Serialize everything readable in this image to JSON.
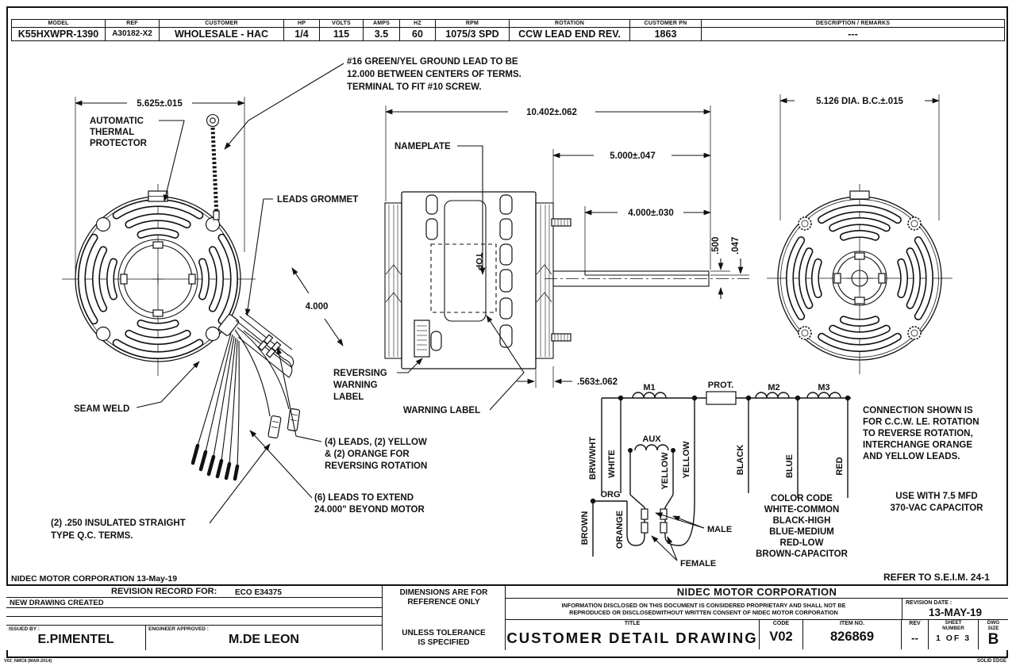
{
  "spec_table": {
    "headers": [
      "MODEL",
      "REF",
      "CUSTOMER",
      "HP",
      "VOLTS",
      "AMPS",
      "HZ",
      "RPM",
      "ROTATION",
      "CUSTOMER PN",
      "DESCRIPTION / REMARKS"
    ],
    "values": [
      "K55HXWPR-1390",
      "A30182-X2",
      "WHOLESALE - HAC",
      "1/4",
      "115",
      "3.5",
      "60",
      "1075/3 SPD",
      "CCW LEAD END REV.",
      "1863",
      "---"
    ]
  },
  "annotations": {
    "ground_lead": [
      "#16 GREEN/YEL GROUND LEAD TO BE",
      "12.000 BETWEEN CENTERS OF TERMS.",
      "TERMINAL TO FIT #10 SCREW."
    ],
    "thermal_protector": [
      "AUTOMATIC",
      "THERMAL",
      "PROTECTOR"
    ],
    "leads_grommet": "LEADS GROMMET",
    "seam_weld": "SEAM WELD",
    "nameplate": "NAMEPLATE",
    "reversing_warning_label": [
      "REVERSING",
      "WARNING",
      "LABEL"
    ],
    "warning_label": "WARNING LABEL",
    "qc_terms": [
      "(2) .250 INSULATED STRAIGHT",
      "TYPE Q.C. TERMS."
    ],
    "leads_reversing": [
      "(4) LEADS, (2) YELLOW",
      "& (2) ORANGE FOR",
      "REVERSING ROTATION"
    ],
    "leads_extend": [
      "(6) LEADS TO EXTEND",
      "24.000\" BEYOND MOTOR"
    ],
    "top_marking": "TOP"
  },
  "dimensions": {
    "frame_width": "5.625±.015",
    "overall_length": "10.402±.062",
    "shaft_ext": "5.000±.047",
    "shaft_flat": "4.000±.030",
    "lead_fold": "4.000",
    "shaft_dia": ".500",
    "flat_depth": ".047",
    "hub_ext": ".563±.062",
    "bolt_circle": "5.126 DIA. B.C.±.015"
  },
  "wiring": {
    "m1": "M1",
    "prot": "PROT.",
    "m2": "M2",
    "m3": "M3",
    "aux": "AUX",
    "brw_wht": "BRW/WHT",
    "white": "WHITE",
    "yellow_aux": "YELLOW",
    "yellow_main": "YELLOW",
    "black": "BLACK",
    "blue": "BLUE",
    "red": "RED",
    "org": "ORG",
    "brown": "BROWN",
    "orange": "ORANGE",
    "male": "MALE",
    "female": "FEMALE"
  },
  "notes": {
    "connection": [
      "CONNECTION SHOWN IS",
      "FOR C.C.W. LE. ROTATION",
      "TO REVERSE ROTATION,",
      "INTERCHANGE ORANGE",
      "AND YELLOW LEADS."
    ],
    "color_code": [
      "COLOR CODE",
      "WHITE-COMMON",
      "BLACK-HIGH",
      "BLUE-MEDIUM",
      "RED-LOW",
      "BROWN-CAPACITOR"
    ],
    "capacitor": [
      "USE WITH 7.5 MFD",
      "370-VAC CAPACITOR"
    ],
    "refer": "REFER TO S.E.I.M. 24-1",
    "corp_date": "NIDEC MOTOR CORPORATION 13-May-19"
  },
  "revision_block": {
    "title": "REVISION RECORD FOR:",
    "eco": "ECO E34375",
    "entry": "NEW DRAWING CREATED",
    "issued_by_label": "ISSUED BY :",
    "issued_by": "E.PIMENTEL",
    "engineer_label": "ENGINEER APPROVED :",
    "engineer": "M.DE LEON",
    "dims_note": [
      "DIMENSIONS ARE FOR",
      "REFERENCE ONLY"
    ],
    "tolerance_note": [
      "UNLESS TOLERANCE",
      "IS SPECIFIED"
    ]
  },
  "title_block": {
    "company": "NIDEC MOTOR CORPORATION",
    "proprietary": [
      "INFORMATION DISCLOSED ON THIS DOCUMENT IS CONSIDERED PROPRIETARY AND SHALL NOT BE",
      "REPRODUCED OR DISCLOSEDWITHOUT WRITTEN CONSENT OF NIDEC MOTOR CORPORATION"
    ],
    "revision_date_label": "REVISION DATE :",
    "revision_date": "13-MAY-19",
    "title_label": "TITLE",
    "title": "CUSTOMER DETAIL DRAWING",
    "code_label": "CODE",
    "code": "V02",
    "item_label": "ITEM NO.",
    "item": "826869",
    "rev_label": "REV",
    "rev": "--",
    "sheet_label": [
      "SHEET",
      "NUMBER"
    ],
    "sheet": "1 OF 3",
    "size_label": [
      "DWG",
      "SIZE"
    ],
    "size": "B"
  },
  "footer": {
    "left": "V02_NMC8 (MAR-2014)",
    "right": "SOLID EDGE"
  }
}
